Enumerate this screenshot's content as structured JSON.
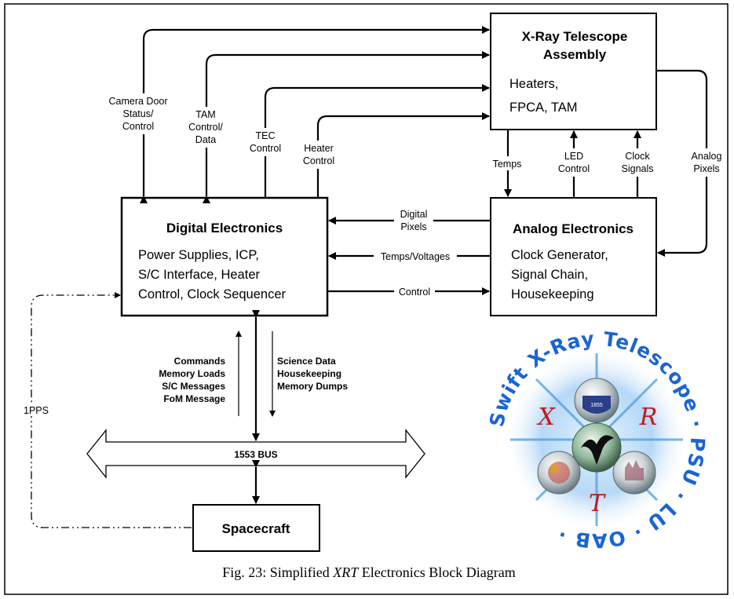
{
  "blocks": {
    "xrt": {
      "title_1": "X-Ray Telescope",
      "title_2": "Assembly",
      "body_1": "Heaters,",
      "body_2": "FPCA, TAM"
    },
    "digital": {
      "title": "Digital Electronics",
      "body_1": "Power Supplies, ICP,",
      "body_2": "S/C Interface, Heater",
      "body_3": "Control, Clock Sequencer"
    },
    "analog": {
      "title": "Analog Electronics",
      "body_1": "Clock Generator,",
      "body_2": "Signal Chain,",
      "body_3": "Housekeeping"
    },
    "spacecraft": {
      "title": "Spacecraft"
    },
    "bus": {
      "label": "1553 BUS"
    }
  },
  "signals": {
    "camera_door": [
      "Camera Door",
      "Status/",
      "Control"
    ],
    "tam": [
      "TAM",
      "Control/",
      "Data"
    ],
    "tec": [
      "TEC",
      "Control"
    ],
    "heater": [
      "Heater",
      "Control"
    ],
    "temps": "Temps",
    "led": [
      "LED",
      "Control"
    ],
    "clock": [
      "Clock",
      "Signals"
    ],
    "analog_pixels": [
      "Analog",
      "Pixels"
    ],
    "digital_pixels": [
      "Digital",
      "Pixels"
    ],
    "temps_voltages": "Temps/Voltages",
    "control": "Control",
    "pps": "1PPS",
    "uplink": [
      "Commands",
      "Memory Loads",
      "S/C Messages",
      "FoM Message"
    ],
    "downlink": [
      "Science Data",
      "Housekeeping",
      "Memory Dumps"
    ]
  },
  "logo": {
    "ring_text": "Swift X-Ray Telescope · PSU · LU · OAB ·",
    "letter_x": "X",
    "letter_r": "R",
    "letter_t": "T",
    "year": "1855"
  },
  "caption": {
    "prefix": "Fig. 23: Simplified ",
    "italic": "XRT",
    "suffix": " Electronics Block Diagram"
  }
}
